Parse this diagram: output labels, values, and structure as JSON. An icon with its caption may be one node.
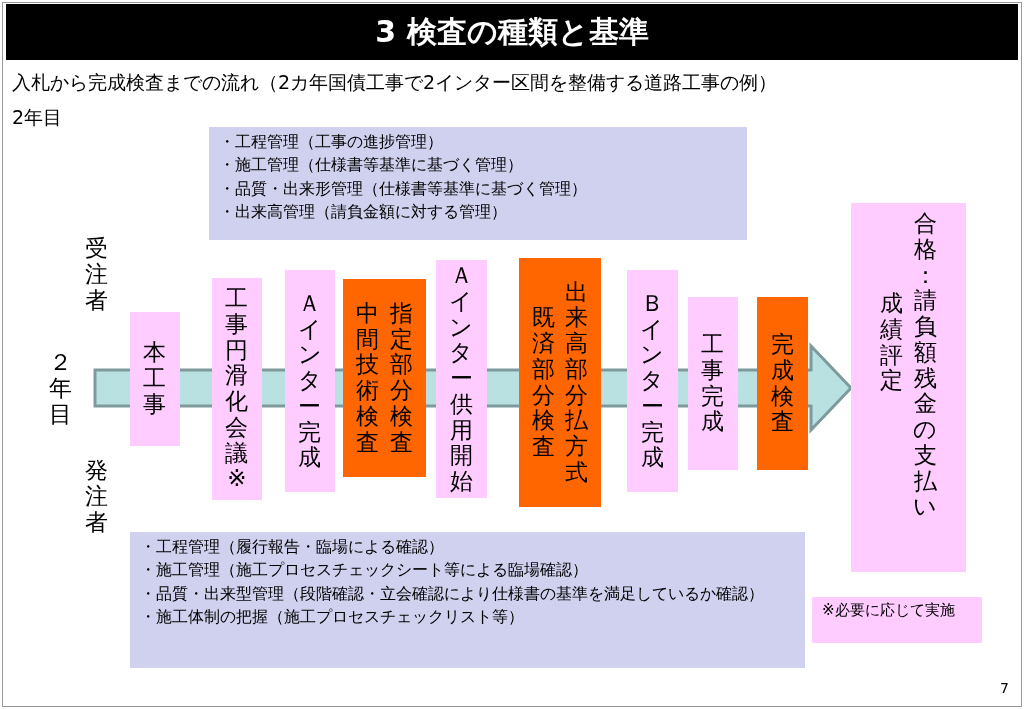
{
  "diagram": {
    "title": "3 検査の種類と基準",
    "nodes": [
      {
        "text": [
          "・工程管理（工事の進捗管理）",
          "・施工管理（仕様書等基準に基づく管理）",
          "・品質・出来形管理（仕様書等基準に基づく管理）",
          "・出来高管理（請負金額に対する管理）"
        ]
      },
      {
        "text": [
          "本工事"
        ]
      },
      {
        "text": [
          "工事円滑化会議※"
        ]
      },
      {
        "text": [
          "Ａインター完成"
        ]
      },
      {
        "text": [
          "中間技術検査",
          "指定部分検査"
        ]
      },
      {
        "text": [
          "Ａインター供用開始"
        ]
      },
      {
        "text": [
          "既済部分検査",
          "出来高部分払方式"
        ]
      },
      {
        "text": [
          "Ｂインター完成"
        ]
      },
      {
        "text": [
          "工事完成"
        ]
      },
      {
        "text": [
          "完成検査"
        ]
      },
      {
        "text": [
          "成績評定",
          "合格：請負額残金の支払い"
        ]
      },
      {
        "text": [
          "・工程管理（履行報告・臨場による確認）",
          "・施工管理（施工プロセスチェックシート等による臨場確認）",
          "・品質・出来型管理（段階確認・立会確認により仕様書の基準を満足しているか確認）",
          "・施工体制の把握（施工プロセスチェックリスト等）"
        ]
      },
      {
        "text": [
          "※必要に応じて実施"
        ]
      }
    ],
    "edges": [
      {
        "from": null,
        "to": 10,
        "arrow": "to"
      }
    ],
    "labels": [
      "入札から完成検査までの流れ（2カ年国債工事で2インター区間を整備する道路工事の例）",
      "2年目",
      "受注者",
      "２年目",
      "発注者",
      "7"
    ]
  }
}
